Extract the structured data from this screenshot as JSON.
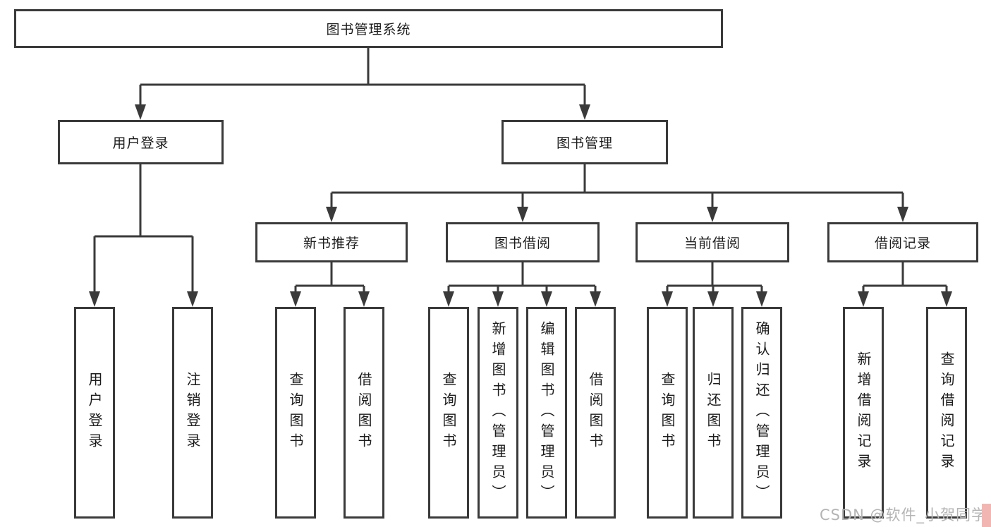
{
  "diagram": {
    "root": {
      "label": "图书管理系统"
    },
    "branches": [
      {
        "label": "用户登录",
        "children": [
          {
            "label": "用户登录"
          },
          {
            "label": "注销登录"
          }
        ]
      },
      {
        "label": "图书管理",
        "children": [
          {
            "label": "新书推荐",
            "children": [
              {
                "label": "查询图书"
              },
              {
                "label": "借阅图书"
              }
            ]
          },
          {
            "label": "图书借阅",
            "children": [
              {
                "label": "查询图书"
              },
              {
                "label": "新增图书（管理员）"
              },
              {
                "label": "编辑图书（管理员）"
              },
              {
                "label": "借阅图书"
              }
            ]
          },
          {
            "label": "当前借阅",
            "children": [
              {
                "label": "查询图书"
              },
              {
                "label": "归还图书"
              },
              {
                "label": "确认归还（管理员）"
              }
            ]
          },
          {
            "label": "借阅记录",
            "children": [
              {
                "label": "新增借阅记录"
              },
              {
                "label": "查询借阅记录"
              }
            ]
          }
        ]
      }
    ],
    "colors": {
      "line": "#3a3a3a",
      "box_border": "#3a3a3a",
      "text": "#1c1c1c",
      "watermark": "#b4b4b4",
      "corner_accent": "#f2b6b2"
    }
  },
  "watermark": {
    "text": "CSDN @软件_小贺同学"
  }
}
